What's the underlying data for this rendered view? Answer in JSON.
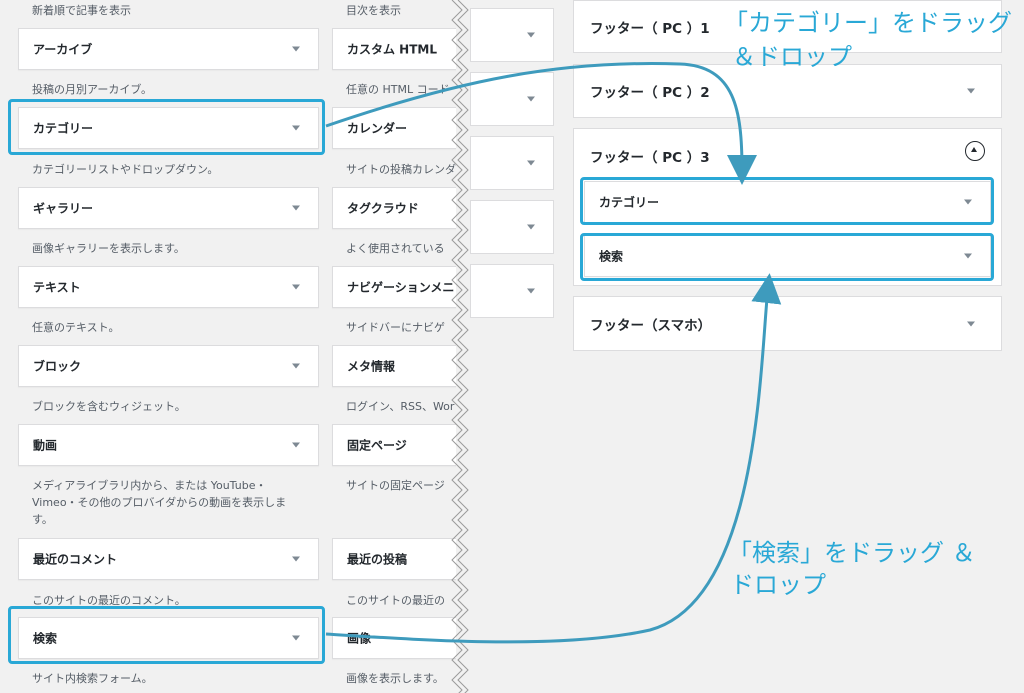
{
  "available": {
    "col1": [
      {
        "top_desc": "新着順で記事を表示",
        "label": "アーカイブ",
        "desc": "投稿の月別アーカイブ。"
      },
      {
        "label": "カテゴリー",
        "desc": "カテゴリーリストやドロップダウン。"
      },
      {
        "label": "ギャラリー",
        "desc": "画像ギャラリーを表示します。"
      },
      {
        "label": "テキスト",
        "desc": "任意のテキスト。"
      },
      {
        "label": "ブロック",
        "desc": "ブロックを含むウィジェット。"
      },
      {
        "label": "動画",
        "desc": "メディアライブラリ内から、または YouTube・Vimeo・その他のプロバイダからの動画を表示します。"
      },
      {
        "label": "最近のコメント",
        "desc": "このサイトの最近のコメント。"
      },
      {
        "label": "検索",
        "desc": "サイト内検索フォーム。"
      }
    ],
    "col2": [
      {
        "top_desc": "目次を表示",
        "label": "カスタム HTML",
        "desc": "任意の HTML コード"
      },
      {
        "label": "カレンダー",
        "desc": "サイトの投稿カレンダ"
      },
      {
        "label": "タグクラウド",
        "desc": "よく使用されている"
      },
      {
        "label": "ナビゲーションメニ",
        "desc": "サイドバーにナビゲ"
      },
      {
        "label": "メタ情報",
        "desc": "ログイン、RSS、Wor"
      },
      {
        "label": "固定ページ",
        "desc": "サイトの固定ページ"
      },
      {
        "label": "最近の投稿",
        "desc": "このサイトの最近の"
      },
      {
        "label": "画像",
        "desc": "画像を表示します。"
      }
    ]
  },
  "sidebars": [
    {
      "title": "フッター（ PC ）1"
    },
    {
      "title": "フッター（ PC ）2"
    },
    {
      "title": "フッター（ PC ）3",
      "widgets": [
        "カテゴリー",
        "検索"
      ]
    },
    {
      "title": "フッター（スマホ）"
    }
  ],
  "annotations": {
    "category_note_line1": "「カテゴリー」をドラッグ",
    "category_note_line2": "＆ドロップ",
    "search_note_line1": "「検索」をドラッグ ＆",
    "search_note_line2": "ドロップ"
  },
  "colors": {
    "highlight": "#29a8d6",
    "arrow": "#3e9bbd"
  }
}
